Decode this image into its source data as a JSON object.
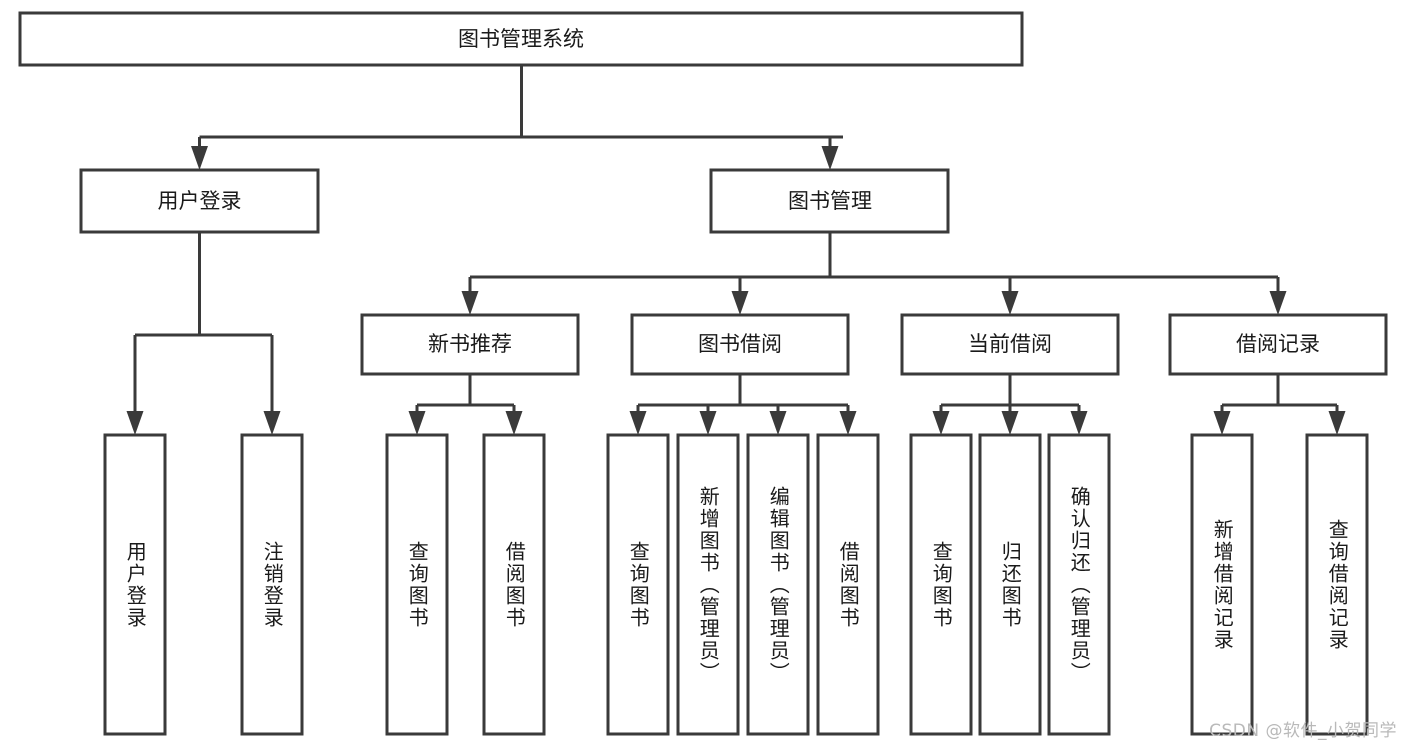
{
  "diagram": {
    "type": "hierarchy-tree",
    "title": "图书管理系统",
    "root": {
      "label": "图书管理系统"
    },
    "level2": [
      {
        "label": "用户登录"
      },
      {
        "label": "图书管理"
      }
    ],
    "level3": [
      {
        "label": "新书推荐"
      },
      {
        "label": "图书借阅"
      },
      {
        "label": "当前借阅"
      },
      {
        "label": "借阅记录"
      }
    ],
    "leaves": {
      "user_login": [
        {
          "label": "用户登录"
        },
        {
          "label": "注销登录"
        }
      ],
      "new_book_recommend": [
        {
          "label": "查询图书"
        },
        {
          "label": "借阅图书"
        }
      ],
      "book_borrow": [
        {
          "label": "查询图书"
        },
        {
          "label": "新增图书（管理员）"
        },
        {
          "label": "编辑图书（管理员）"
        },
        {
          "label": "借阅图书"
        }
      ],
      "current_borrow": [
        {
          "label": "查询图书"
        },
        {
          "label": "归还图书"
        },
        {
          "label": "确认归还（管理员）"
        }
      ],
      "borrow_record": [
        {
          "label": "新增借阅记录"
        },
        {
          "label": "查询借阅记录"
        }
      ]
    }
  },
  "watermark": {
    "text": "CSDN @软件_小贺同学"
  },
  "colors": {
    "stroke": "#3a3a3a",
    "box_fill": "#ffffff",
    "text": "#1a1a1a",
    "watermark": "#b9b9b9",
    "background": "#ffffff"
  }
}
